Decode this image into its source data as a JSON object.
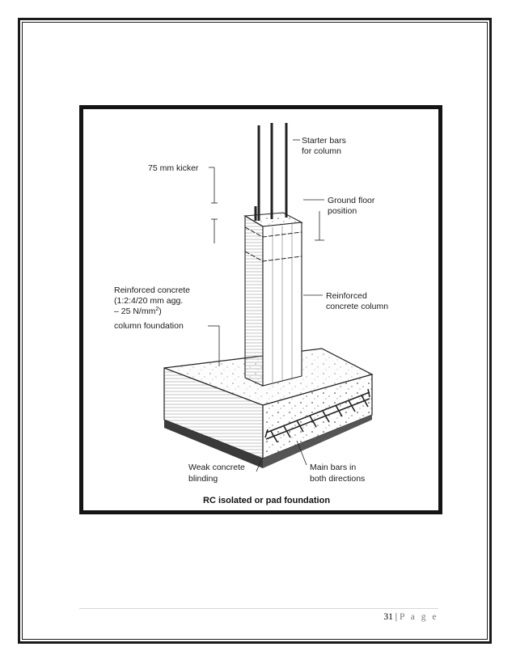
{
  "figure": {
    "labels": {
      "starter_bars_1": "Starter bars",
      "starter_bars_2": "for column",
      "kicker": "75 mm kicker",
      "ground_floor_1": "Ground floor",
      "ground_floor_2": "position",
      "rc_foundation_1": "Reinforced concrete",
      "rc_foundation_2": "(1:2:4/20 mm agg.",
      "rc_foundation_3": "– 25 N/mm",
      "rc_foundation_3_sup": "2",
      "rc_foundation_3_end": ")",
      "rc_foundation_4": "column foundation",
      "rc_column_1": "Reinforced",
      "rc_column_2": "concrete column",
      "blinding_1": "Weak concrete",
      "blinding_2": "blinding",
      "main_bars_1": "Main bars in",
      "main_bars_2": "both directions"
    },
    "caption": "RC isolated or pad foundation"
  },
  "footer": {
    "page_number": "31",
    "separator": " | ",
    "page_word": "P a g e"
  }
}
